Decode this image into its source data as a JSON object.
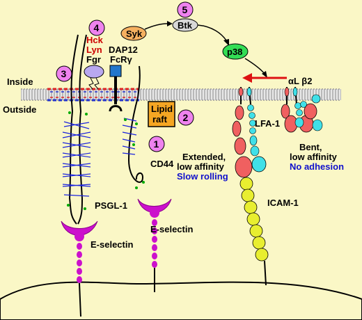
{
  "labels": {
    "inside": "Inside",
    "outside": "Outside",
    "hck": "Hck",
    "lyn": "Lyn",
    "fgr": "Fgr",
    "dap12": "DAP12",
    "fcr": "FcRγ",
    "syk": "Syk",
    "btk": "Btk",
    "p38": "p38",
    "alphaLbeta2": "αL β2",
    "lipid1": "Lipid",
    "lipid2": "raft",
    "lfa1": "LFA-1",
    "bent1": "Bent,",
    "bent2": "low affinity",
    "noAdhesion": "No adhesion",
    "ext1": "Extended,",
    "ext2": "low affinity",
    "slowRolling": "Slow rolling",
    "cd44": "CD44",
    "psgl1": "PSGL-1",
    "icam1": "ICAM-1",
    "eselectin1": "E-selectin",
    "eselectin2": "E-selectin"
  },
  "steps": [
    "1",
    "2",
    "3",
    "4",
    "5"
  ],
  "colors": {
    "background": "#faf7c6",
    "step_circle": "#ee82ee",
    "kinase_red": "#cc0000",
    "blue_text": "#1010cc",
    "lipid_raft": "#f5a623",
    "lfa_red": "#f06060",
    "lfa_cyan": "#40e0e8",
    "icam_yellow": "#e8ee30",
    "selectin_magenta": "#cc10cc",
    "p38_green": "#33dd55",
    "fgr_lavender": "#b8a8f0",
    "fcr_blue": "#2277cc"
  }
}
